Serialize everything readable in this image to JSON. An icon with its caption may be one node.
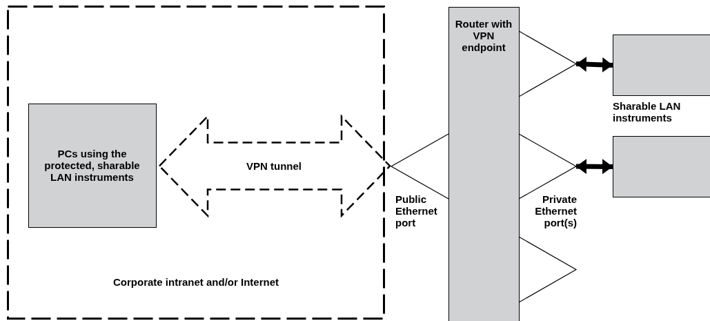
{
  "diagram": {
    "nodes": [
      {
        "text": [
          "Corporate intranet and/or Internet"
        ]
      },
      {
        "text": [
          "PCs using the protected, sharable LAN instruments"
        ],
        "in": 0
      },
      {
        "text": [
          "Router with VPN endpoint"
        ]
      },
      {
        "text": [],
        "shape": "triangle",
        "beside": [
          "Public Ethernet port"
        ]
      },
      {
        "text": [],
        "shape": "triangle"
      },
      {
        "text": [],
        "shape": "triangle"
      },
      {
        "text": [],
        "shape": "triangle"
      },
      {
        "text": [],
        "shape": "box",
        "beside": [
          "Sharable LAN instruments"
        ]
      },
      {
        "text": [],
        "shape": "box"
      }
    ],
    "edges": [
      {
        "from": 1,
        "to": 3,
        "arrow": "both",
        "label": "VPN tunnel",
        "style": "dashed"
      },
      {
        "from": 4,
        "to": 7,
        "arrow": "both"
      },
      {
        "from": 5,
        "to": 8,
        "arrow": "both"
      }
    ],
    "labels": [
      "Private Ethernet port(s)"
    ]
  }
}
